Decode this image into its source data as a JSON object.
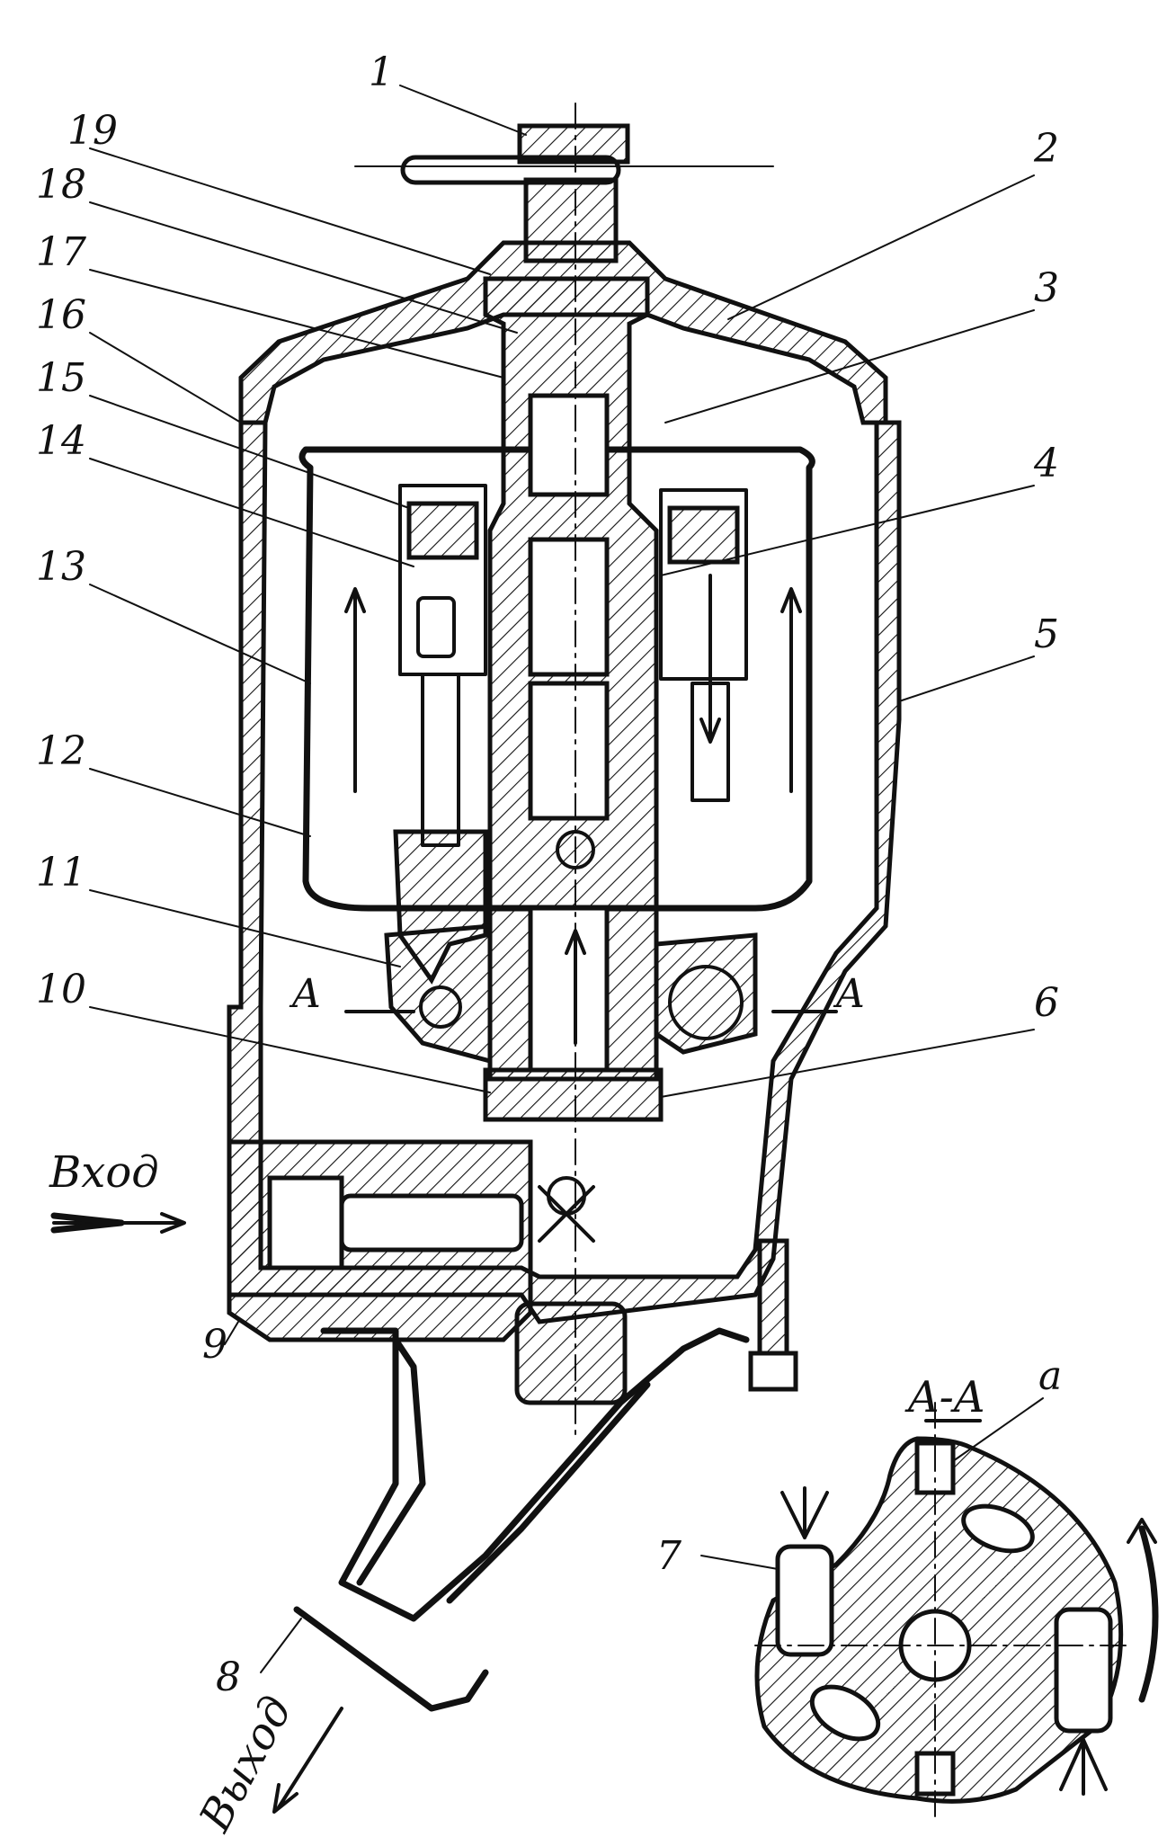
{
  "callouts": {
    "n1": "1",
    "n2": "2",
    "n3": "3",
    "n4": "4",
    "n5": "5",
    "n6": "6",
    "n7": "7",
    "n8": "8",
    "n9": "9",
    "n10": "10",
    "n11": "11",
    "n12": "12",
    "n13": "13",
    "n14": "14",
    "n15": "15",
    "n16": "16",
    "n17": "17",
    "n18": "18",
    "n19": "19",
    "a": "a"
  },
  "texts": {
    "inlet": "Вход",
    "outlet": "Выход",
    "section_title": "A-A",
    "cut_left": "A",
    "cut_right": "A"
  },
  "colors": {
    "ink": "#111111",
    "paper": "#ffffff"
  }
}
